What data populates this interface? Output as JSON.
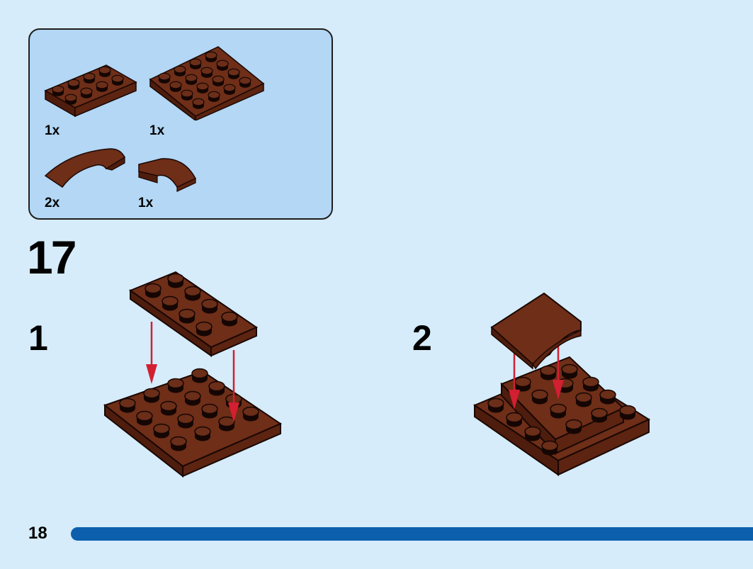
{
  "colors": {
    "page_background": "#d6ecfa",
    "parts_panel": "#b3d7f4",
    "brick_brown": "#6e2e18",
    "brick_outline": "#1a0703",
    "arrow_red": "#d21f31",
    "progress_bar": "#0b5fad"
  },
  "parts_list": {
    "items": [
      {
        "name": "plate 2x4 reddish brown",
        "qty": "1x"
      },
      {
        "name": "plate 4x4 reddish brown",
        "qty": "1x"
      },
      {
        "name": "curved slope arch reddish brown",
        "qty": "2x"
      },
      {
        "name": "curved slope 2x2 reddish brown",
        "qty": "1x"
      }
    ]
  },
  "step": {
    "number": "17",
    "substeps": [
      {
        "label": "1"
      },
      {
        "label": "2"
      }
    ]
  },
  "footer": {
    "page_number": "18"
  }
}
